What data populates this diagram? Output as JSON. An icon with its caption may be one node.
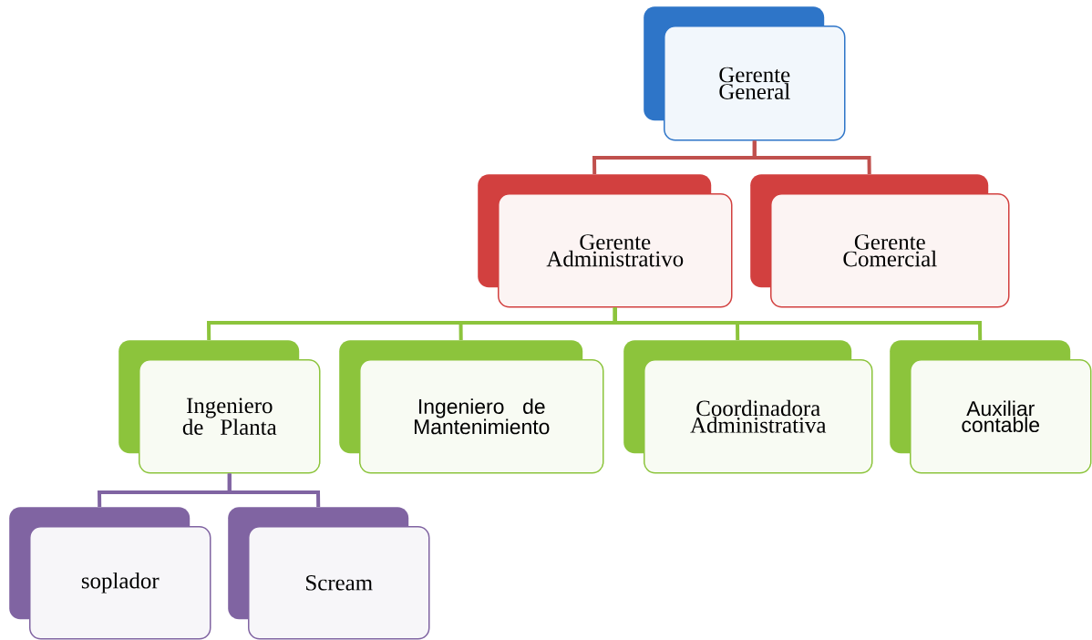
{
  "diagram": {
    "nodes": [
      {
        "text": [
          "Gerente General"
        ]
      },
      {
        "text": [
          "Gerente Administrativo"
        ]
      },
      {
        "text": [
          "Gerente Comercial"
        ]
      },
      {
        "text": [
          "Ingeniero de Planta"
        ]
      },
      {
        "text": [
          "Ingeniero de Mantenimiento"
        ]
      },
      {
        "text": [
          "Coordinadora Administrativa"
        ]
      },
      {
        "text": [
          "Auxiliar contable"
        ]
      },
      {
        "text": [
          "soplador"
        ]
      },
      {
        "text": [
          "Scream"
        ]
      }
    ],
    "edges": [
      {
        "from": 0,
        "to": 1,
        "arrow": "none",
        "color": "#c0504d"
      },
      {
        "from": 0,
        "to": 2,
        "arrow": "none",
        "color": "#c0504d"
      },
      {
        "from": 1,
        "to": 3,
        "arrow": "none"
      },
      {
        "from": 1,
        "to": 4,
        "arrow": "none"
      },
      {
        "from": 1,
        "to": 5,
        "arrow": "none"
      },
      {
        "from": 1,
        "to": 6,
        "arrow": "none"
      },
      {
        "from": 3,
        "to": 7,
        "arrow": "none",
        "color": "#8064a2"
      },
      {
        "from": 3,
        "to": 8,
        "arrow": "none",
        "color": "#8064a2"
      }
    ]
  }
}
